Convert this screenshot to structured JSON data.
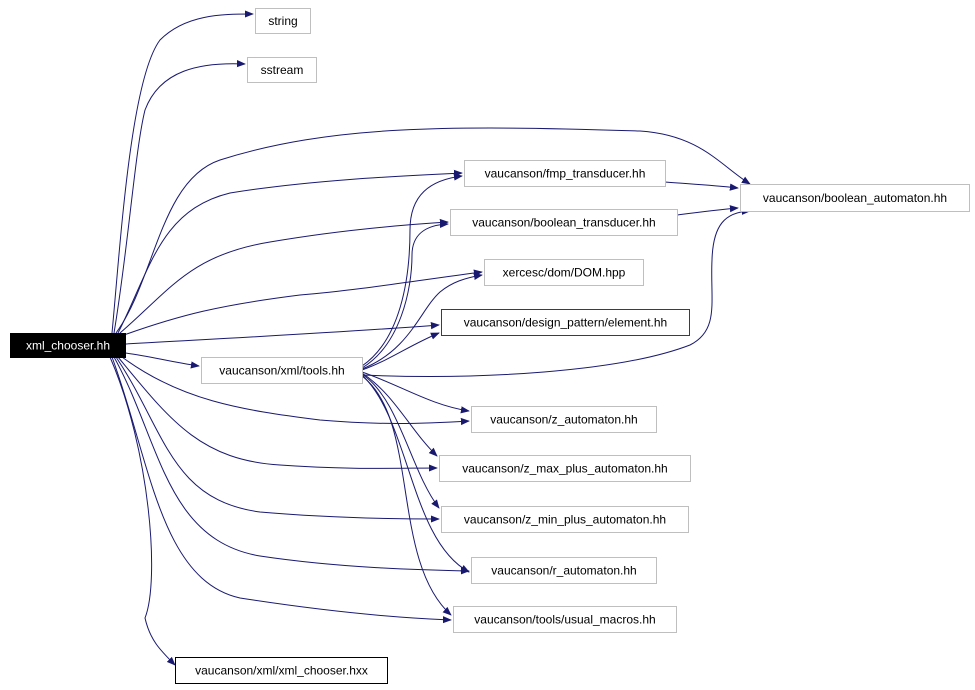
{
  "colors": {
    "edge": "#191970",
    "box_border": "#bfbfbf",
    "highlight_border": "#cc0000",
    "root_fill": "#000000",
    "root_text": "#ffffff",
    "text": "#000000"
  },
  "nodes": [
    {
      "id": "root",
      "label": "xml_chooser.hh",
      "style": "root"
    },
    {
      "id": "string",
      "label": "string",
      "style": "gray"
    },
    {
      "id": "sstream",
      "label": "sstream",
      "style": "gray"
    },
    {
      "id": "fmp",
      "label": "vaucanson/fmp_transducer.hh",
      "style": "gray"
    },
    {
      "id": "boolauto",
      "label": "vaucanson/boolean_automaton.hh",
      "style": "gray"
    },
    {
      "id": "booltrans",
      "label": "vaucanson/boolean_transducer.hh",
      "style": "gray"
    },
    {
      "id": "xerces",
      "label": "xercesc/dom/DOM.hpp",
      "style": "gray"
    },
    {
      "id": "element",
      "label": "vaucanson/design_pattern/element.hh",
      "style": "red"
    },
    {
      "id": "tools",
      "label": "vaucanson/xml/tools.hh",
      "style": "gray"
    },
    {
      "id": "zauto",
      "label": "vaucanson/z_automaton.hh",
      "style": "gray"
    },
    {
      "id": "zmax",
      "label": "vaucanson/z_max_plus_automaton.hh",
      "style": "gray"
    },
    {
      "id": "zmin",
      "label": "vaucanson/z_min_plus_automaton.hh",
      "style": "gray"
    },
    {
      "id": "rauto",
      "label": "vaucanson/r_automaton.hh",
      "style": "gray"
    },
    {
      "id": "macros",
      "label": "vaucanson/tools/usual_macros.hh",
      "style": "gray"
    },
    {
      "id": "hxx",
      "label": "vaucanson/xml/xml_chooser.hxx",
      "style": "black"
    }
  ],
  "edges": [
    {
      "from": "root",
      "to": "string"
    },
    {
      "from": "root",
      "to": "sstream"
    },
    {
      "from": "root",
      "to": "boolauto"
    },
    {
      "from": "root",
      "to": "fmp"
    },
    {
      "from": "root",
      "to": "booltrans"
    },
    {
      "from": "root",
      "to": "xerces"
    },
    {
      "from": "root",
      "to": "element"
    },
    {
      "from": "root",
      "to": "tools"
    },
    {
      "from": "root",
      "to": "zauto"
    },
    {
      "from": "root",
      "to": "zmax"
    },
    {
      "from": "root",
      "to": "zmin"
    },
    {
      "from": "root",
      "to": "rauto"
    },
    {
      "from": "root",
      "to": "macros"
    },
    {
      "from": "root",
      "to": "hxx"
    },
    {
      "from": "fmp",
      "to": "boolauto"
    },
    {
      "from": "booltrans",
      "to": "boolauto"
    },
    {
      "from": "tools",
      "to": "fmp"
    },
    {
      "from": "tools",
      "to": "booltrans"
    },
    {
      "from": "tools",
      "to": "xerces"
    },
    {
      "from": "tools",
      "to": "element"
    },
    {
      "from": "tools",
      "to": "boolauto"
    },
    {
      "from": "tools",
      "to": "zauto"
    },
    {
      "from": "tools",
      "to": "zmax"
    },
    {
      "from": "tools",
      "to": "zmin"
    },
    {
      "from": "tools",
      "to": "rauto"
    },
    {
      "from": "tools",
      "to": "macros"
    }
  ]
}
